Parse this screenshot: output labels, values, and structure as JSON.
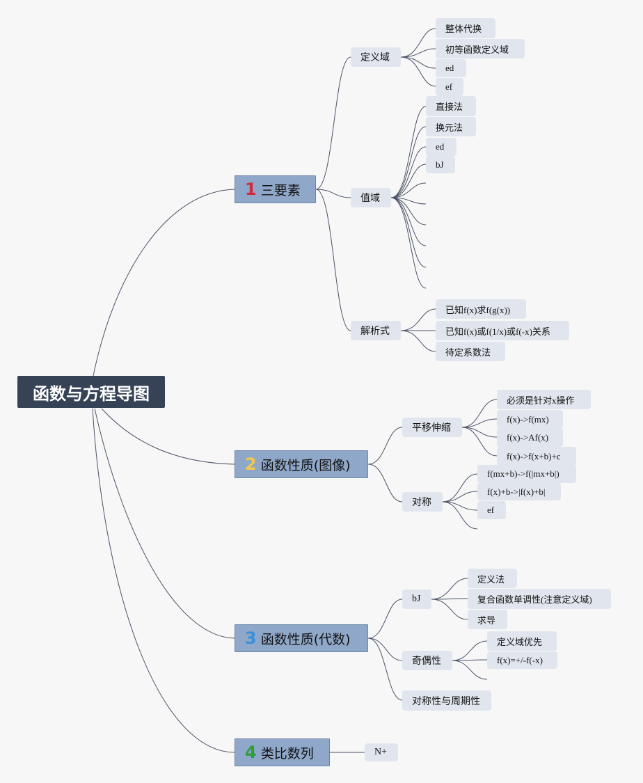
{
  "root": {
    "label": "函数与方程导图"
  },
  "branches": [
    {
      "num": "1",
      "num_color": "#d4283e",
      "label": "三要素",
      "children": [
        {
          "label": "定义域",
          "items": [
            "整体代换",
            "初等函数定义域",
            "ed",
            "ef"
          ]
        },
        {
          "label": "值域",
          "items": [
            "直接法",
            "换元法",
            "ed",
            "bJ"
          ]
        },
        {
          "label": "解析式",
          "items": [
            "已知f(x)求f(g(x))",
            "已知f(x)或f(1/x)或f(-x)关系",
            "待定系数法"
          ]
        }
      ]
    },
    {
      "num": "2",
      "num_color": "#f2c84b",
      "label": "函数性质(图像)",
      "children": [
        {
          "label": "平移伸缩",
          "items": [
            "必须是针对x操作",
            "f(x)->f(mx)",
            "f(x)->Af(x)",
            "f(x)->f(x+b)+c"
          ]
        },
        {
          "label": "对称",
          "items": [
            "f(mx+b)->f(|mx+b|)",
            "f(x)+b->|f(x)+b|",
            "ef"
          ]
        }
      ]
    },
    {
      "num": "3",
      "num_color": "#3a8fd6",
      "label": "函数性质(代数)",
      "children": [
        {
          "label": "bJ",
          "items": [
            "定义法",
            "复合函数单调性(注意定义域)",
            "求导"
          ]
        },
        {
          "label": "奇偶性",
          "items": [
            "定义域优先",
            "f(x)=+/-f(-x)"
          ]
        },
        {
          "label": "对称性与周期性",
          "items": []
        }
      ]
    },
    {
      "num": "4",
      "num_color": "#2e9e3a",
      "label": "类比数列",
      "children": [
        {
          "label": "N+",
          "items": []
        }
      ]
    }
  ]
}
